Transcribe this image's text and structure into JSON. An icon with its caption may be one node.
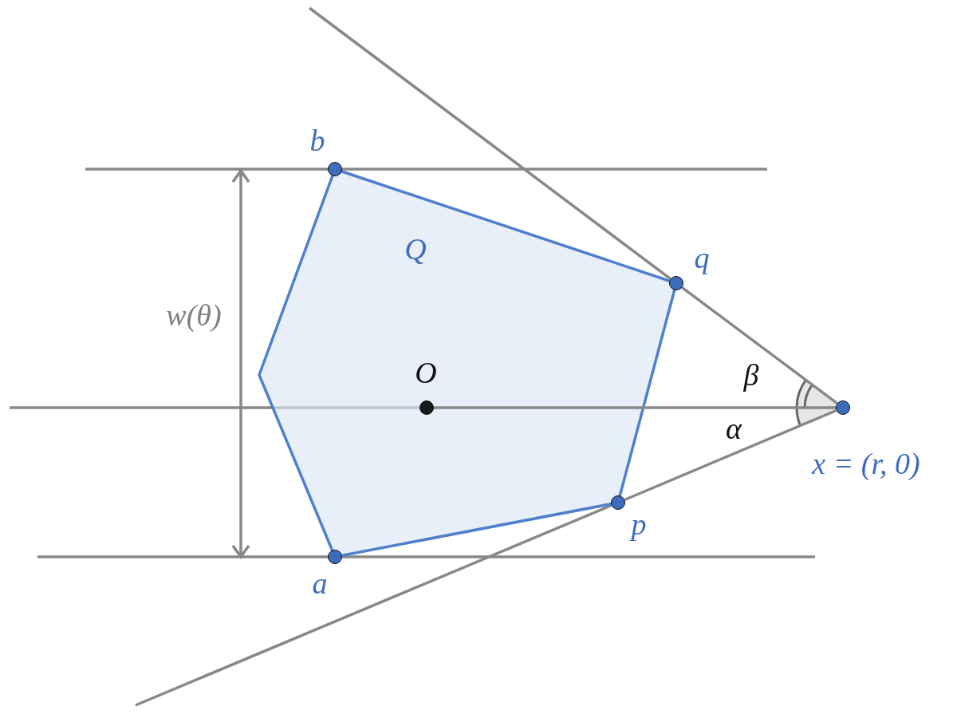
{
  "diagram": {
    "nodes": [
      {
        "text": [
          "b"
        ]
      },
      {
        "text": [
          "Q"
        ]
      },
      {
        "text": [
          "q"
        ]
      },
      {
        "text": [
          "O"
        ],
        "in": 1
      },
      {
        "text": [
          "x = (r, 0)"
        ]
      },
      {
        "text": [
          "p"
        ]
      },
      {
        "text": [
          "a"
        ]
      }
    ],
    "edges": [
      {
        "from": 3,
        "to": 4,
        "arrow": "none"
      },
      {
        "from": 2,
        "to": 4,
        "arrow": "none"
      },
      {
        "from": 5,
        "to": 4,
        "arrow": "none"
      }
    ],
    "labels": [
      "w(θ)",
      "β",
      "α"
    ]
  }
}
